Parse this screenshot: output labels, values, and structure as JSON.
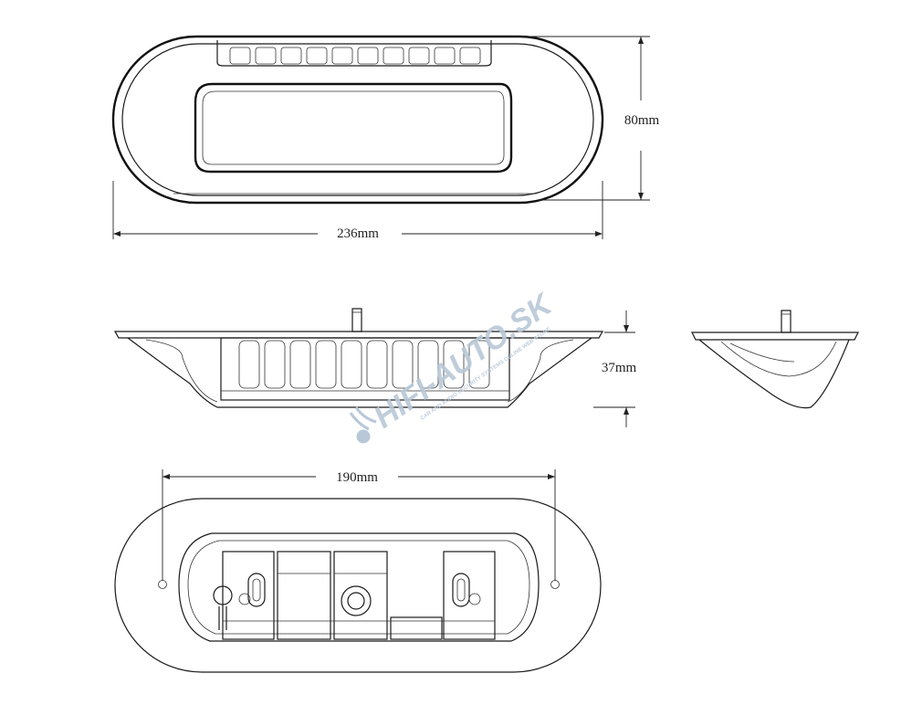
{
  "dimensions": {
    "top_width": "236mm",
    "top_height": "80mm",
    "side_depth": "37mm",
    "bottom_width": "190mm"
  },
  "watermark": {
    "brand": "HIFI-AUTO.SK",
    "tagline": "CAR AND AUDIO SECURITY SYSTEMS ONLINE WEB STORE"
  },
  "colors": {
    "line": "#1a1a1a",
    "watermark": "#b9c8d8"
  }
}
